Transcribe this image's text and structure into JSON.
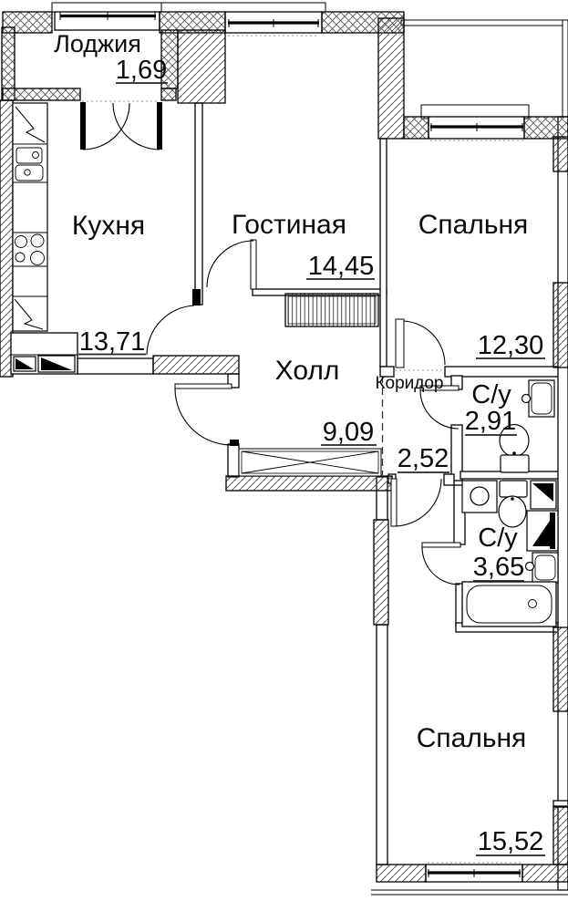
{
  "plan": {
    "kind": "apartment-floor-plan",
    "language": "ru",
    "rooms": [
      {
        "id": "loggia",
        "name": "Лоджия",
        "area": "1,69"
      },
      {
        "id": "kitchen",
        "name": "Кухня",
        "area": "13,71"
      },
      {
        "id": "living-room",
        "name": "Гостиная",
        "area": "14,45"
      },
      {
        "id": "bedroom-1",
        "name": "Спальня",
        "area": "12,30"
      },
      {
        "id": "hall",
        "name": "Холл",
        "area": "9,09"
      },
      {
        "id": "corridor",
        "name": "Коридор",
        "area": "2,52"
      },
      {
        "id": "bathroom-1",
        "name": "С/у",
        "area": "2,91"
      },
      {
        "id": "bathroom-2",
        "name": "С/у",
        "area": "3,65"
      },
      {
        "id": "bedroom-2",
        "name": "Спальня",
        "area": "15,52"
      }
    ],
    "fixtures": [
      "kitchen-sink",
      "stove",
      "countertop",
      "vent-shaft",
      "balcony-double-door",
      "window",
      "wardrobe",
      "built-in-closet",
      "washbasin",
      "toilet",
      "washing-machine",
      "bathtub",
      "entrance-door"
    ],
    "colors": {
      "wall_stroke": "#000000",
      "hatch": "#555555",
      "text": "#0a0a0a",
      "background": "#ffffff"
    }
  }
}
